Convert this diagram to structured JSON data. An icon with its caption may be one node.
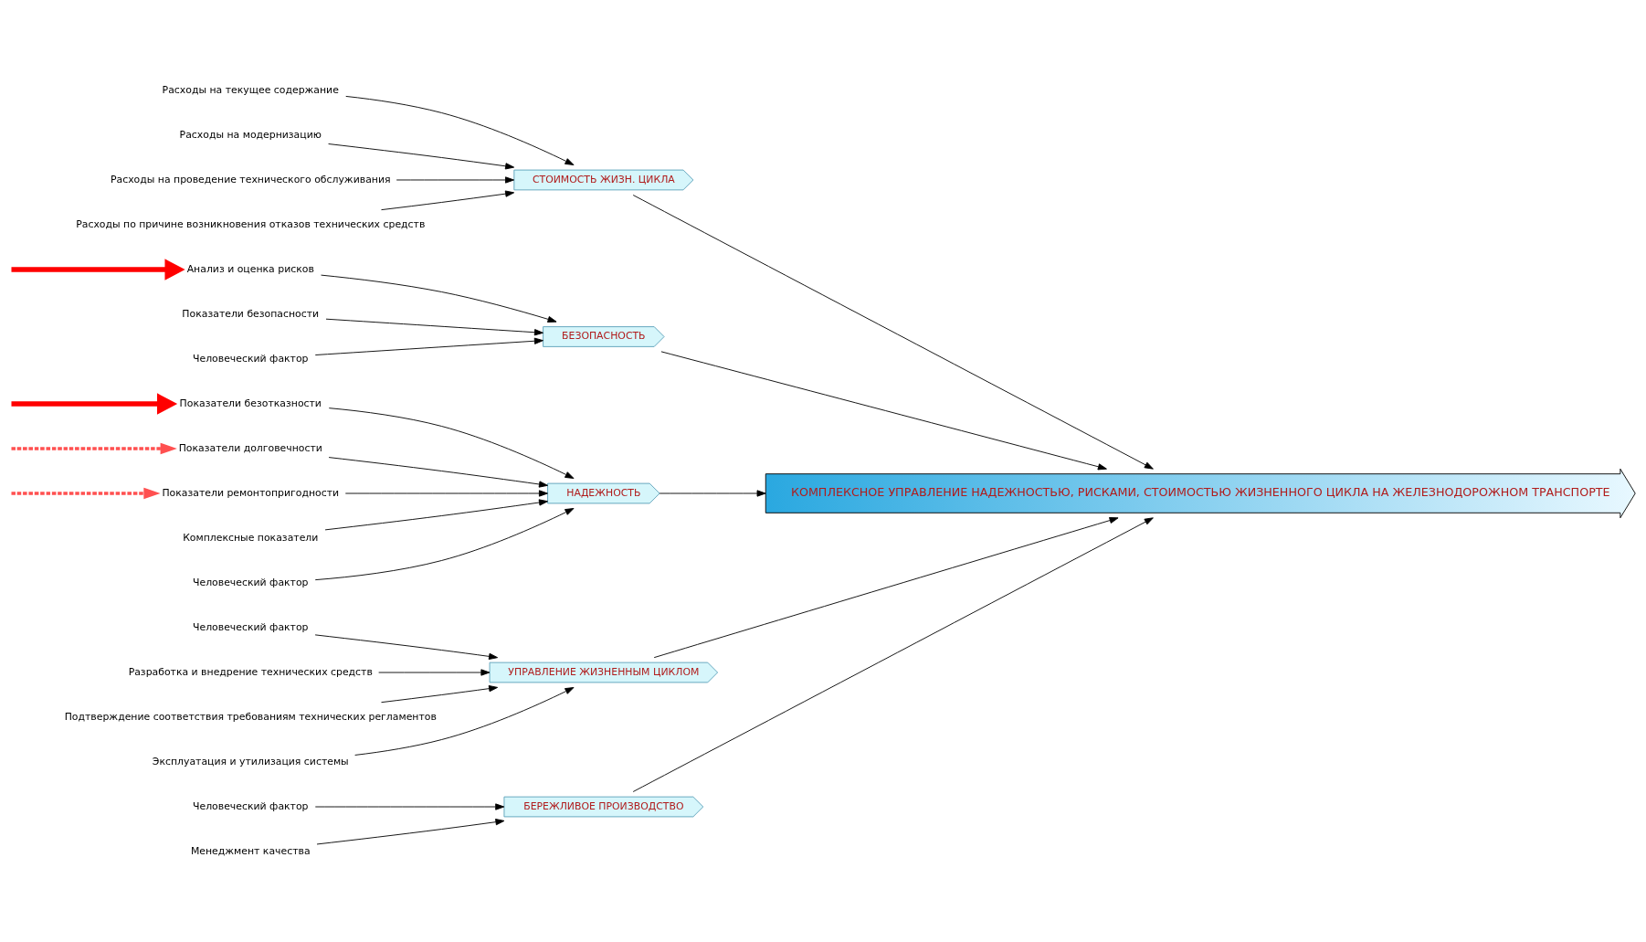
{
  "diagram": {
    "nodes": [
      {
        "text": [
          "КОМПЛЕКСНОЕ УПРАВЛЕНИЕ НАДЕЖНОСТЬЮ, РИСКАМИ, СТОИМОСТЬЮ ЖИЗНЕННОГО ЦИКЛА НА ЖЕЛЕЗНОДОРОЖНОМ ТРАНСПОРТЕ"
        ]
      },
      {
        "text": [
          "СТОИМОСТЬ ЖИЗН. ЦИКЛА"
        ]
      },
      {
        "text": [
          "Расходы на текущее содержание"
        ]
      },
      {
        "text": [
          "Расходы на модернизацию"
        ]
      },
      {
        "text": [
          "Расходы на проведение технического обслуживания"
        ]
      },
      {
        "text": [
          "Расходы по причине возникновения отказов технических средств"
        ]
      },
      {
        "text": [
          "БЕЗОПАСНОСТЬ"
        ]
      },
      {
        "text": [
          "Анализ и оценка рисков"
        ]
      },
      {
        "text": [
          "Показатели безопасности"
        ]
      },
      {
        "text": [
          "Человеческий фактор"
        ]
      },
      {
        "text": [
          "НАДЕЖНОСТЬ"
        ]
      },
      {
        "text": [
          "Показатели безотказности"
        ]
      },
      {
        "text": [
          "Показатели долговечности"
        ]
      },
      {
        "text": [
          "Показатели ремонтопригодности"
        ]
      },
      {
        "text": [
          "Комплексные показатели"
        ]
      },
      {
        "text": [
          "Человеческий фактор"
        ]
      },
      {
        "text": [
          "УПРАВЛЕНИЕ ЖИЗНЕННЫМ ЦИКЛОМ"
        ]
      },
      {
        "text": [
          "Человеческий фактор"
        ]
      },
      {
        "text": [
          "Разработка и внедрение технических средств"
        ]
      },
      {
        "text": [
          "Подтверждение соответствия требованиям технических регламентов"
        ]
      },
      {
        "text": [
          "Эксплуатация и утилизация системы"
        ]
      },
      {
        "text": [
          "БЕРЕЖЛИВОЕ ПРОИЗВОДСТВО"
        ]
      },
      {
        "text": [
          "Человеческий фактор"
        ]
      },
      {
        "text": [
          "Менеджмент качества"
        ]
      }
    ],
    "edges": [
      {
        "from": 1,
        "to": 0,
        "arrow": "to"
      },
      {
        "from": 6,
        "to": 0,
        "arrow": "to"
      },
      {
        "from": 10,
        "to": 0,
        "arrow": "to"
      },
      {
        "from": 16,
        "to": 0,
        "arrow": "to"
      },
      {
        "from": 21,
        "to": 0,
        "arrow": "to"
      },
      {
        "from": 2,
        "to": 1,
        "arrow": "to"
      },
      {
        "from": 3,
        "to": 1,
        "arrow": "to"
      },
      {
        "from": 4,
        "to": 1,
        "arrow": "to"
      },
      {
        "from": 5,
        "to": 1,
        "arrow": "to"
      },
      {
        "from": 7,
        "to": 6,
        "arrow": "to"
      },
      {
        "from": 8,
        "to": 6,
        "arrow": "to"
      },
      {
        "from": 9,
        "to": 6,
        "arrow": "to"
      },
      {
        "from": 11,
        "to": 10,
        "arrow": "to"
      },
      {
        "from": 12,
        "to": 10,
        "arrow": "to"
      },
      {
        "from": 13,
        "to": 10,
        "arrow": "to"
      },
      {
        "from": 14,
        "to": 10,
        "arrow": "to"
      },
      {
        "from": 15,
        "to": 10,
        "arrow": "to"
      },
      {
        "from": 17,
        "to": 16,
        "arrow": "to"
      },
      {
        "from": 18,
        "to": 16,
        "arrow": "to"
      },
      {
        "from": 19,
        "to": 16,
        "arrow": "to"
      },
      {
        "from": 20,
        "to": 16,
        "arrow": "to"
      },
      {
        "from": 22,
        "to": 21,
        "arrow": "to"
      },
      {
        "from": 23,
        "to": 21,
        "arrow": "to"
      },
      {
        "from": null,
        "to": 7,
        "arrow": "to",
        "style": "thick",
        "color": "#ff0000"
      },
      {
        "from": null,
        "to": 11,
        "arrow": "to",
        "style": "thick",
        "color": "#ff0000"
      },
      {
        "from": null,
        "to": 12,
        "arrow": "to",
        "style": "dashed",
        "color": "#ff5050"
      },
      {
        "from": null,
        "to": 13,
        "arrow": "to",
        "style": "dashed",
        "color": "#ff5050"
      }
    ]
  }
}
